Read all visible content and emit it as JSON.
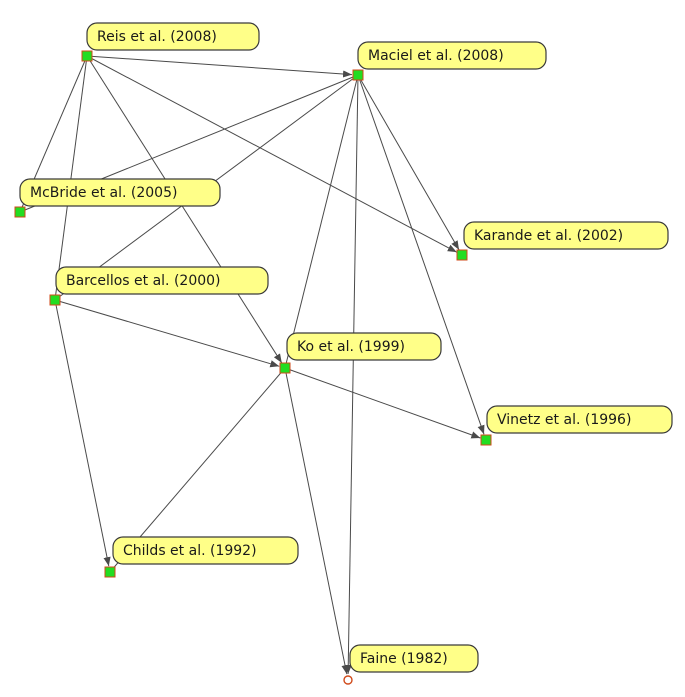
{
  "diagram": {
    "nodes": [
      {
        "id": "reis",
        "label": "Reis et al. (2008)"
      },
      {
        "id": "maciel",
        "label": "Maciel et al. (2008)"
      },
      {
        "id": "mcbride",
        "label": "McBride et al. (2005)"
      },
      {
        "id": "karande",
        "label": "Karande et al. (2002)"
      },
      {
        "id": "barcellos",
        "label": "Barcellos et al. (2000)"
      },
      {
        "id": "ko",
        "label": "Ko et al. (1999)"
      },
      {
        "id": "vinetz",
        "label": "Vinetz et al. (1996)"
      },
      {
        "id": "childs",
        "label": "Childs et al. (1992)"
      },
      {
        "id": "faine",
        "label": "Faine (1982)"
      }
    ],
    "edges": [
      {
        "from": "reis",
        "to": "maciel",
        "arrow": true
      },
      {
        "from": "reis",
        "to": "karande",
        "arrow": true
      },
      {
        "from": "reis",
        "to": "ko",
        "arrow": true
      },
      {
        "from": "reis",
        "to": "mcbride",
        "arrow": false
      },
      {
        "from": "reis",
        "to": "barcellos",
        "arrow": false
      },
      {
        "from": "maciel",
        "to": "mcbride",
        "arrow": false
      },
      {
        "from": "maciel",
        "to": "barcellos",
        "arrow": false
      },
      {
        "from": "maciel",
        "to": "karande",
        "arrow": true
      },
      {
        "from": "maciel",
        "to": "vinetz",
        "arrow": true
      },
      {
        "from": "maciel",
        "to": "ko",
        "arrow": false
      },
      {
        "from": "maciel",
        "to": "faine",
        "arrow": true
      },
      {
        "from": "barcellos",
        "to": "ko",
        "arrow": true
      },
      {
        "from": "barcellos",
        "to": "childs",
        "arrow": true
      },
      {
        "from": "ko",
        "to": "vinetz",
        "arrow": true
      },
      {
        "from": "ko",
        "to": "childs",
        "arrow": false
      },
      {
        "from": "ko",
        "to": "faine",
        "arrow": true
      }
    ]
  }
}
